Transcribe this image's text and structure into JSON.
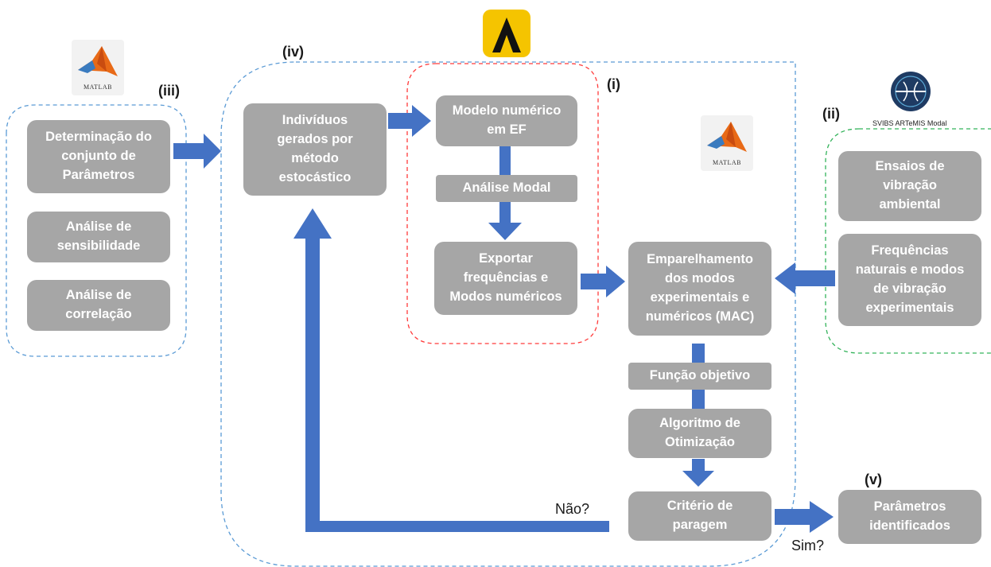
{
  "labels": {
    "i": "(i)",
    "ii": "(ii)",
    "iii": "(iii)",
    "iv": "(iv)",
    "v": "(v)",
    "nao": "Não?",
    "sim": "Sim?"
  },
  "logos": {
    "matlab_1": "MATLAB",
    "matlab_2": "MATLAB",
    "svibs": "SVIBS ARTeMIS Modal",
    "matlab_icon": "matlab-logo-icon",
    "abaqus_icon": "abaqus-logo-icon",
    "artemis_icon": "artemis-logo-icon"
  },
  "boxes": {
    "param_set": "Determinação do\nconjunto de\nParâmetros",
    "sensitivity": "Análise de\nsensibilidade",
    "correlation": "Análise de\ncorrelação",
    "individuals": "Indivíduos\ngerados por\nmétodo\nestocástico",
    "fe_model": "Modelo numérico\nem EF",
    "modal_analysis": "Análise Modal",
    "export": "Exportar\nfrequências e\nModos numéricos",
    "pairing": "Emparelhamento\ndos modos\nexperimentais e\nnuméricos (MAC)",
    "ambient_tests": "Ensaios de\nvibração\nambiental",
    "exp_freqs": "Frequências\nnaturais e modos\nde vibração\nexperimentais",
    "objective": "Função objetivo",
    "optimizer": "Algoritmo de\nOtimização",
    "stop_criterion": "Critério de\nparagem",
    "identified": "Parâmetros\nidentificados"
  },
  "colors": {
    "box": "#a6a6a6",
    "arrow": "#4472c4",
    "blue_dash": "#5b9bd5",
    "red_dash": "#ff3b3b",
    "green_dash": "#33b35a"
  }
}
